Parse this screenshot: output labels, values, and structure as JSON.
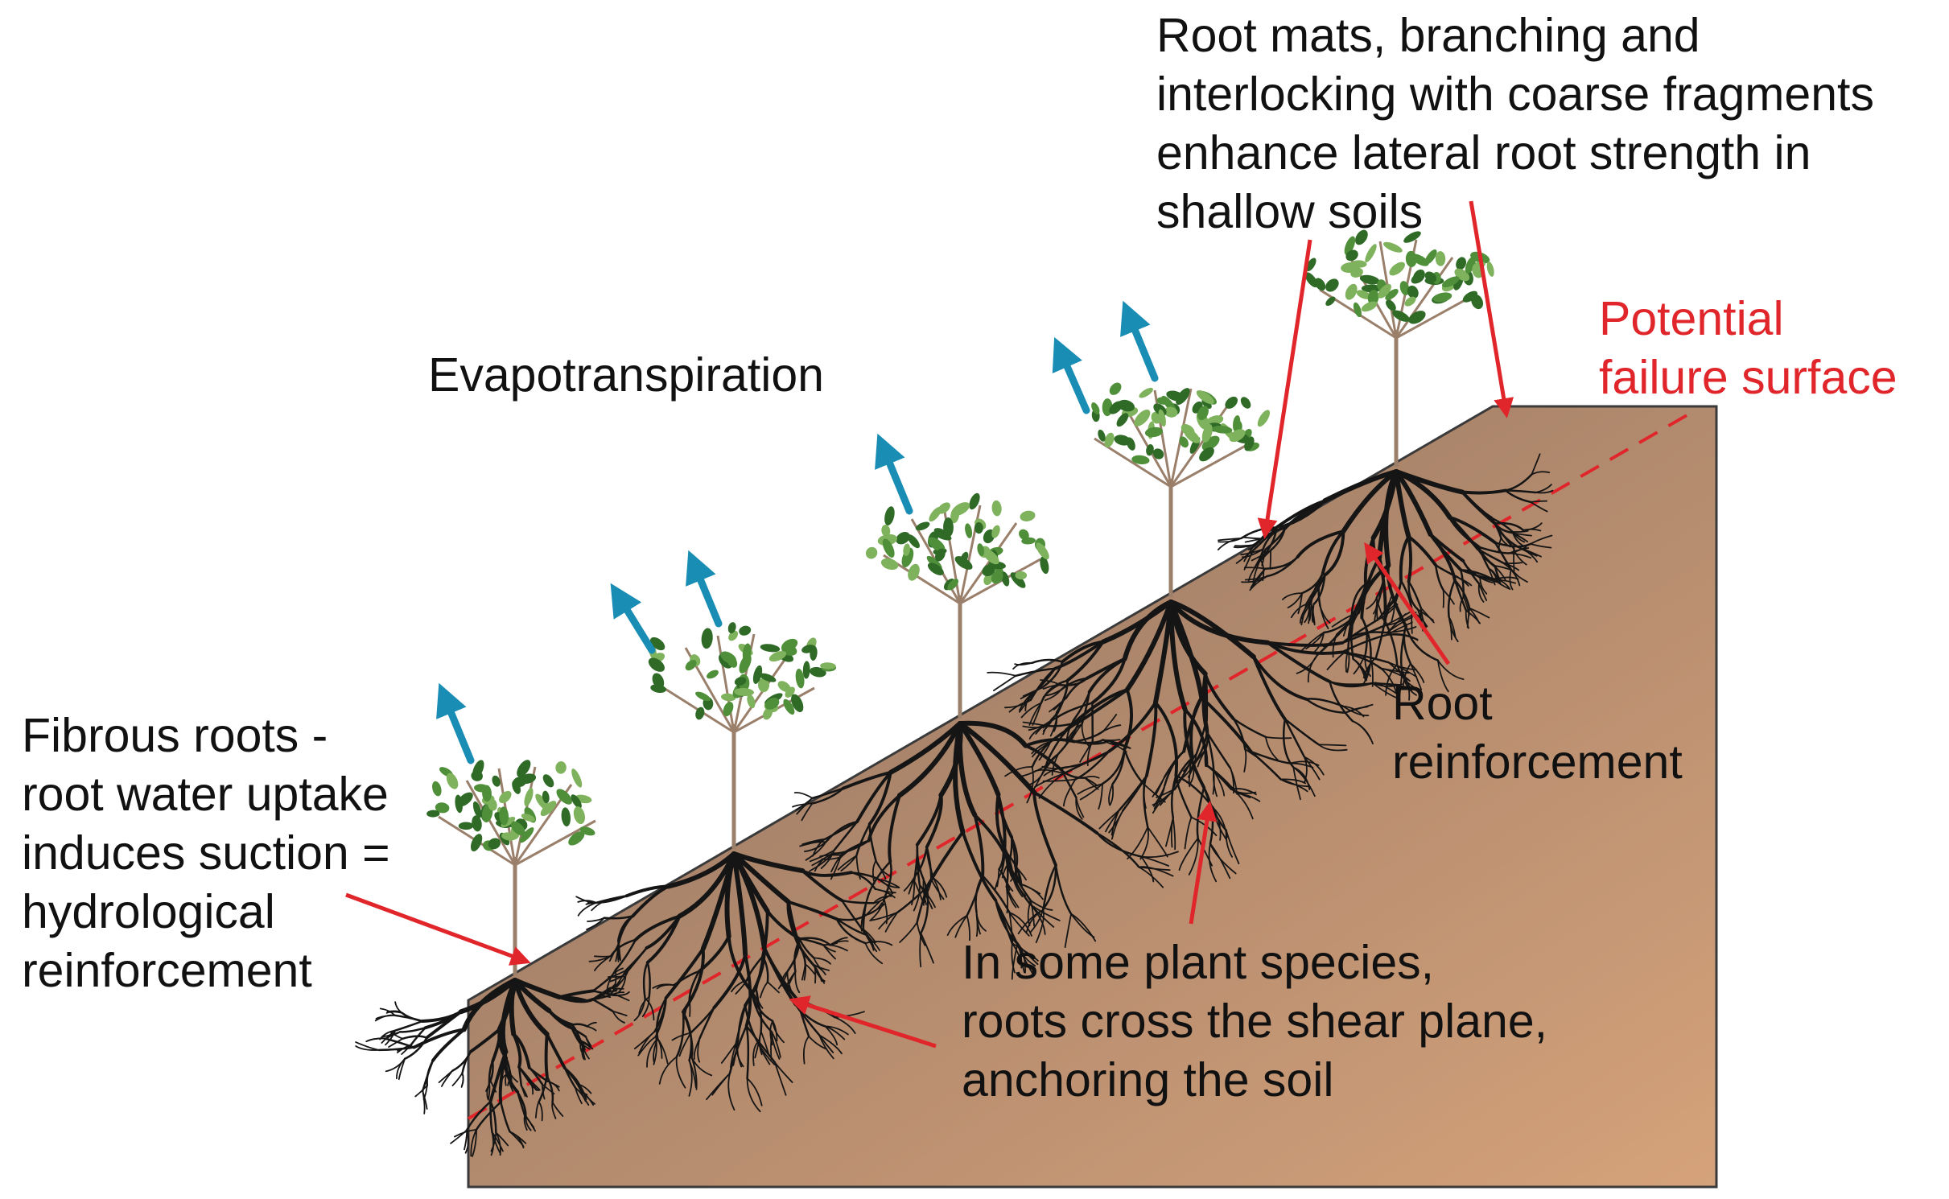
{
  "labels": {
    "root_mats": [
      "Root mats, branching and",
      "interlocking with coarse fragments",
      "enhance lateral root strength in",
      "shallow soils"
    ],
    "evapotranspiration": "Evapotranspiration",
    "potential_failure": [
      "Potential",
      "failure surface"
    ],
    "fibrous_roots": [
      "Fibrous roots -",
      "root water uptake",
      "induces suction =",
      "hydrological",
      "reinforcement"
    ],
    "root_reinforcement": [
      "Root",
      "reinforcement"
    ],
    "plant_species": [
      "In some plant species,",
      "roots cross the shear plane,",
      "anchoring the soil"
    ]
  },
  "colors": {
    "soil_dark": "#8f7261",
    "soil_light": "#d5a27a",
    "roots": "#151515",
    "annotation_red": "#e0262b",
    "evapotranspiration_arrow": "#1a8db5",
    "foliage": "#4f8f3a",
    "stem": "#9a7f6a"
  }
}
